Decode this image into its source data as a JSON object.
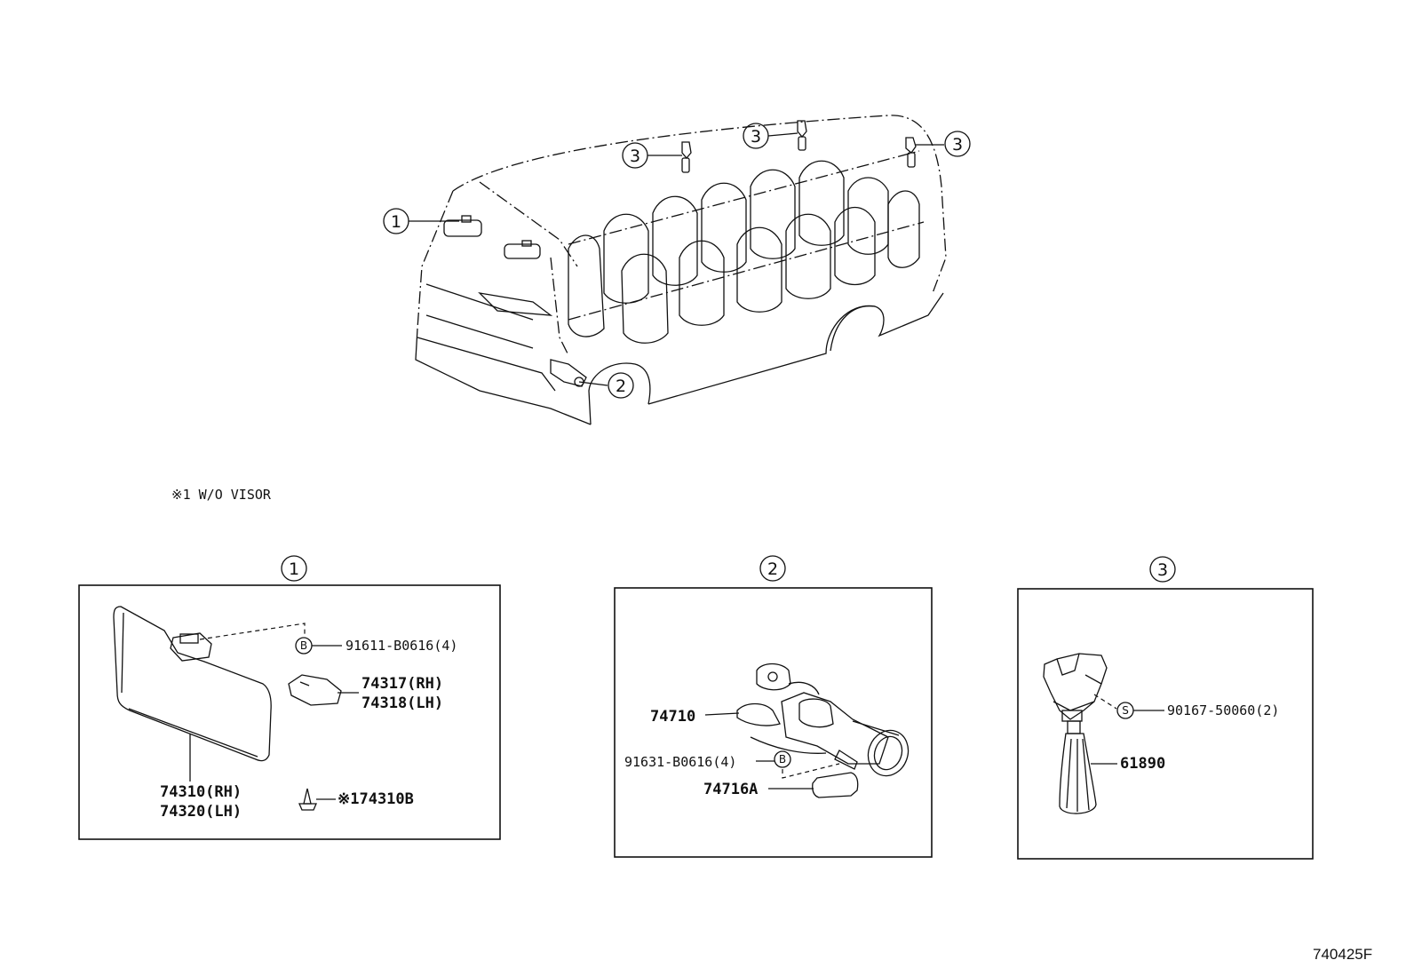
{
  "callouts": {
    "c1": "1",
    "c2": "2",
    "c3": "3",
    "s": "S",
    "b": "B"
  },
  "note": "※1  W/O VISOR",
  "panel1": {
    "p_91611": "91611-B0616(4)",
    "p_74317": "74317(RH)",
    "p_74318": "74318(LH)",
    "p_74310": "74310(RH)",
    "p_74320": "74320(LH)",
    "p_74310b": "※174310B"
  },
  "panel2": {
    "p_74710": "74710",
    "p_91631": "91631-B0616(4)",
    "p_74716a": "74716A"
  },
  "panel3": {
    "p_90167": "90167-50060(2)",
    "p_61890": "61890"
  },
  "figure_code": "740425F"
}
